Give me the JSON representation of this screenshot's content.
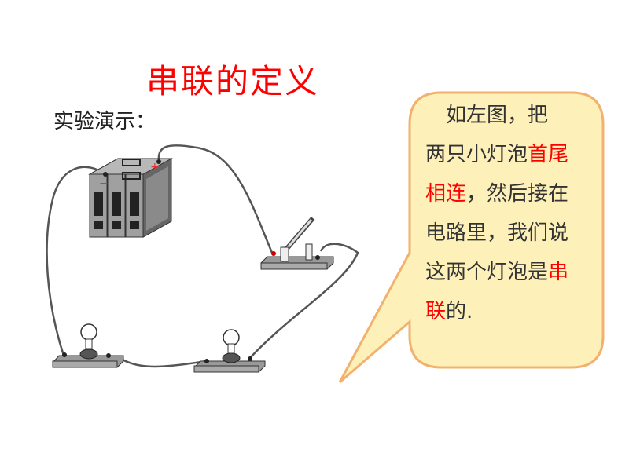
{
  "title": "串联的定义",
  "subtitle": "实验演示：",
  "circuit": {
    "battery_plus": "+",
    "battery_minus": "−"
  },
  "bubble": {
    "lines": [
      [
        {
          "t": "　如左图，把",
          "red": false
        }
      ],
      [
        {
          "t": "两只小灯泡",
          "red": false
        },
        {
          "t": "首尾",
          "red": true
        }
      ],
      [
        {
          "t": "相连",
          "red": true
        },
        {
          "t": "，然后接在",
          "red": false
        }
      ],
      [
        {
          "t": " 电路里，我们说",
          "red": false
        }
      ],
      [
        {
          "t": "这两个灯泡是",
          "red": false
        },
        {
          "t": "串",
          "red": true
        }
      ],
      [
        {
          "t": "联",
          "red": true
        },
        {
          "t": "的.",
          "red": false
        }
      ]
    ],
    "fill": "#fdf0b9",
    "stroke": "#f2b26e"
  }
}
